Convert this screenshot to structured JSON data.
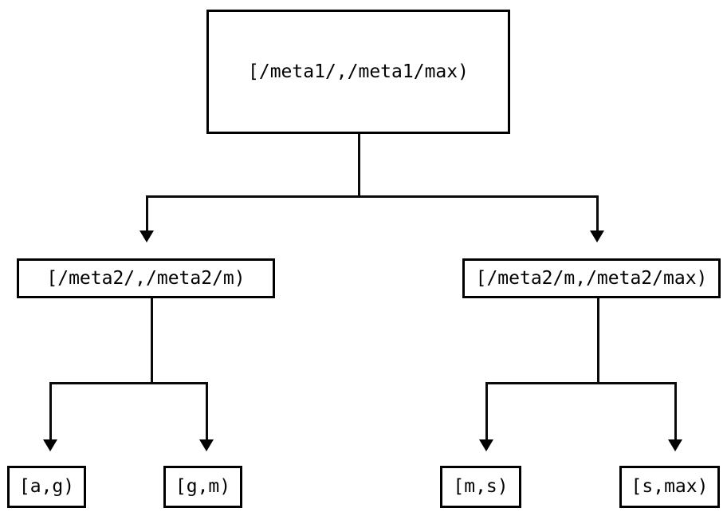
{
  "diagram": {
    "type": "tree",
    "title": "interval-partition-tree",
    "background_color": "#ffffff",
    "stroke_color": "#000000",
    "text_color": "#000000",
    "nodes": {
      "root": {
        "label": "[/meta1/,/meta1/max)"
      },
      "mid_left": {
        "label": "[/meta2/,/meta2/m)"
      },
      "mid_right": {
        "label": "[/meta2/m,/meta2/max)"
      },
      "leaf_1": {
        "label": "[a,g)"
      },
      "leaf_2": {
        "label": "[g,m)"
      },
      "leaf_3": {
        "label": "[m,s)"
      },
      "leaf_4": {
        "label": "[s,max)"
      }
    }
  }
}
